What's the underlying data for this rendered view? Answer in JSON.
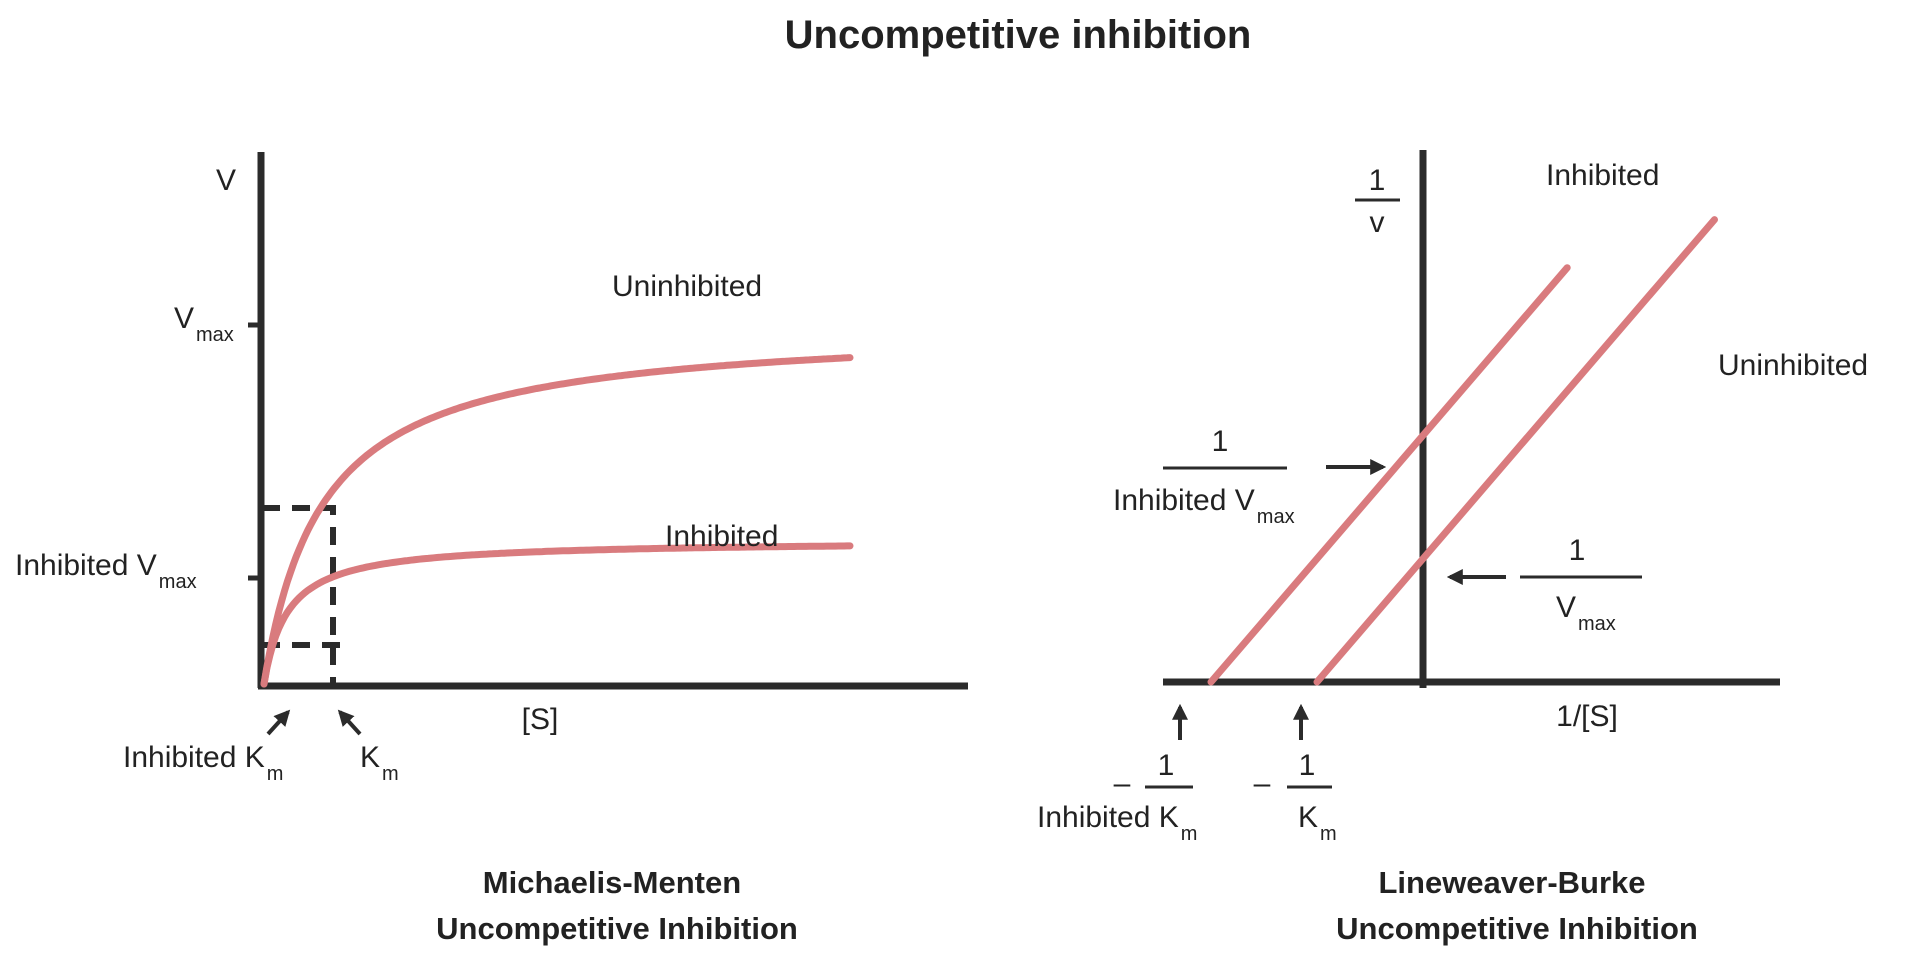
{
  "title": "Uncompetitive inhibition",
  "colors": {
    "title": "#5aa532",
    "curve": "#d97b7e",
    "axis": "#2b2b2b"
  },
  "chart_data": [
    {
      "type": "line",
      "caption_line1": "Michaelis-Menten",
      "caption_line2": "Uncompetitive Inhibition",
      "ylabel": "V",
      "xlabel": "[S]",
      "ytick_vmax_main": "V",
      "ytick_vmax_sub": "max",
      "ytick_inh_main": "Inhibited V",
      "ytick_inh_sub": "max",
      "x_ann_inh_km_main": "Inhibited K",
      "x_ann_inh_km_sub": "m",
      "x_ann_km_main": "K",
      "x_ann_km_sub": "m",
      "dashed_guides": true,
      "series": [
        {
          "name": "Uninhibited",
          "vmax": 1.0,
          "km": 0.1
        },
        {
          "name": "Inhibited",
          "vmax": 0.4,
          "km": 0.04
        }
      ]
    },
    {
      "type": "line",
      "caption_line1": "Lineweaver-Burke",
      "caption_line2": "Uncompetitive Inhibition",
      "ylabel_num": "1",
      "ylabel_den": "v",
      "xlabel": "1/[S]",
      "ann_inh_vmax_num": "1",
      "ann_inh_vmax_den_main": "Inhibited V",
      "ann_inh_vmax_den_sub": "max",
      "ann_vmax_num": "1",
      "ann_vmax_den_main": "V",
      "ann_vmax_den_sub": "max",
      "ann_inh_km_minus": "–",
      "ann_inh_km_num": "1",
      "ann_inh_km_den_main": "Inhibited K",
      "ann_inh_km_den_sub": "m",
      "ann_km_minus": "–",
      "ann_km_num": "1",
      "ann_km_den_main": "K",
      "ann_km_den_sub": "m",
      "series": [
        {
          "name": "Inhibited",
          "x_intercept": -2.0,
          "y_intercept": 1.8
        },
        {
          "name": "Uninhibited",
          "x_intercept": -1.0,
          "y_intercept": 0.9
        }
      ]
    }
  ]
}
